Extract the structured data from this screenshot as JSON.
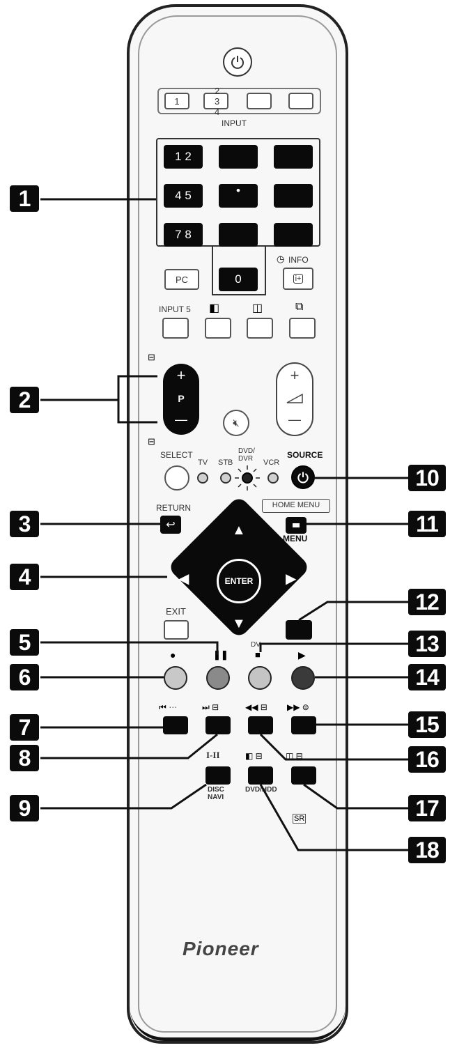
{
  "inputs": {
    "keys": [
      "1",
      "2 3 4",
      "",
      ""
    ],
    "label": "INPUT"
  },
  "numpad": {
    "keys": [
      "1 2",
      "",
      "",
      "4 5",
      "•",
      "",
      "7 8",
      "",
      ""
    ],
    "zero": "0"
  },
  "pc_label": "PC",
  "info_label": "INFO",
  "input5_label": "INPUT 5",
  "program": {
    "plus": "+",
    "p": "P",
    "minus": "—"
  },
  "volume": {
    "plus": "+",
    "minus": "—"
  },
  "selector": {
    "select": "SELECT",
    "tv": "TV",
    "stb": "STB",
    "dvd": "DVD/\nDVR",
    "vcr": "VCR",
    "source": "SOURCE"
  },
  "return_label": "RETURN",
  "home_menu_label": "HOME MENU",
  "menu_label": "MENU",
  "enter_label": "ENTER",
  "exit_label": "EXIT",
  "dv_label": "DV",
  "one_two_label": "I-II",
  "disc_navi_label": "DISC\nNAVI",
  "dvd_hdd_label": "DVD/HDD",
  "brand": "Pioneer",
  "callouts": [
    "1",
    "2",
    "3",
    "4",
    "5",
    "6",
    "7",
    "8",
    "9",
    "10",
    "11",
    "12",
    "13",
    "14",
    "15",
    "16",
    "17",
    "18"
  ],
  "colors": {
    "red_btn": "#c8c8c8",
    "green_btn": "#8a8a8a",
    "yellow_btn": "#c4c4c4",
    "blue_btn": "#3a3a3a"
  }
}
